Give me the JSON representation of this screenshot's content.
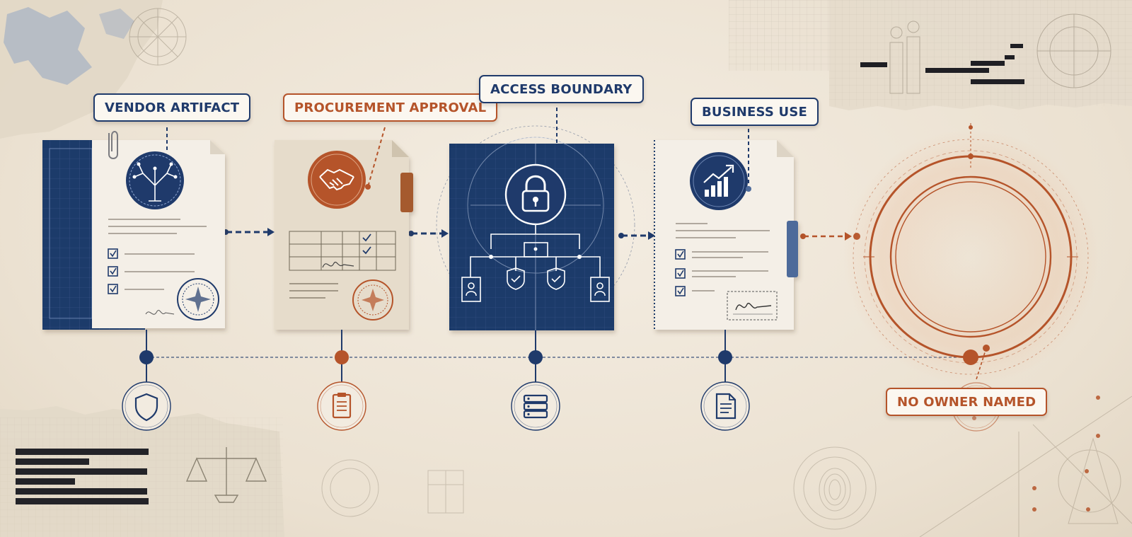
{
  "stages": [
    {
      "label": "VENDOR ARTIFACT",
      "accent": "#1f3a6b",
      "icon": "shield-icon",
      "emblem": "neural-tree-icon"
    },
    {
      "label": "PROCUREMENT APPROVAL",
      "accent": "#b5542a",
      "icon": "clipboard-icon",
      "emblem": "handshake-icon"
    },
    {
      "label": "ACCESS BOUNDARY",
      "accent": "#1f3a6b",
      "icon": "server-icon",
      "emblem": "padlock-icon"
    },
    {
      "label": "BUSINESS USE",
      "accent": "#1f3a6b",
      "icon": "document-icon",
      "emblem": "growth-chart-icon"
    },
    {
      "label": "NO OWNER NAMED",
      "accent": "#b5542a",
      "icon": "empty-circle-icon",
      "emblem": "empty-ring-icon"
    }
  ],
  "colors": {
    "navy": "#1f3a6b",
    "rust": "#b5542a",
    "paper": "#efe6d8",
    "card": "#f3eee6"
  }
}
